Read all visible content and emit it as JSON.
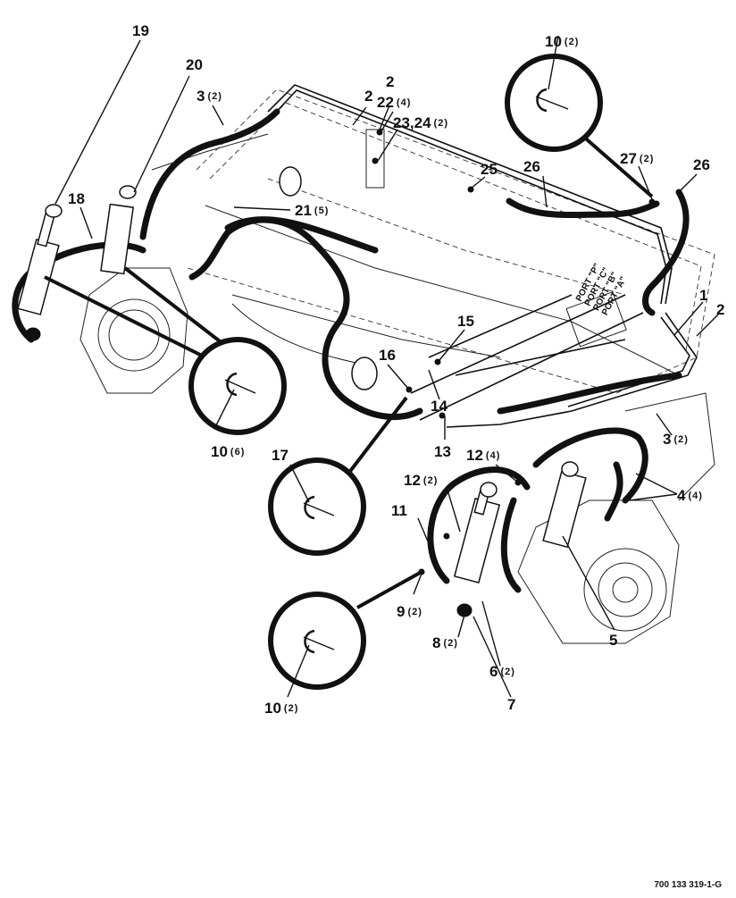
{
  "diagram": {
    "callout_labels": [
      {
        "id": "19",
        "num": "19",
        "qty": ""
      },
      {
        "id": "20",
        "num": "20",
        "qty": ""
      },
      {
        "id": "3a",
        "num": "3",
        "qty": "(2)"
      },
      {
        "id": "18",
        "num": "18",
        "qty": ""
      },
      {
        "id": "2a",
        "num": "2",
        "qty": ""
      },
      {
        "id": "2b",
        "num": "2",
        "qty": ""
      },
      {
        "id": "22",
        "num": "22",
        "qty": "(4)"
      },
      {
        "id": "23",
        "num": "23,24",
        "qty": "(2)"
      },
      {
        "id": "10a",
        "num": "10",
        "qty": "(2)"
      },
      {
        "id": "27",
        "num": "27",
        "qty": "(2)"
      },
      {
        "id": "26a",
        "num": "26",
        "qty": ""
      },
      {
        "id": "26b",
        "num": "26",
        "qty": ""
      },
      {
        "id": "25",
        "num": "25",
        "qty": ""
      },
      {
        "id": "21",
        "num": "21",
        "qty": "(5)"
      },
      {
        "id": "1",
        "num": "1",
        "qty": ""
      },
      {
        "id": "2c",
        "num": "2",
        "qty": ""
      },
      {
        "id": "15",
        "num": "15",
        "qty": ""
      },
      {
        "id": "16",
        "num": "16",
        "qty": ""
      },
      {
        "id": "14",
        "num": "14",
        "qty": ""
      },
      {
        "id": "10b",
        "num": "10",
        "qty": "(6)"
      },
      {
        "id": "13",
        "num": "13",
        "qty": ""
      },
      {
        "id": "3b",
        "num": "3",
        "qty": "(2)"
      },
      {
        "id": "17",
        "num": "17",
        "qty": ""
      },
      {
        "id": "12a",
        "num": "12",
        "qty": "(4)"
      },
      {
        "id": "12b",
        "num": "12",
        "qty": "(2)"
      },
      {
        "id": "4",
        "num": "4",
        "qty": "(4)"
      },
      {
        "id": "11",
        "num": "11",
        "qty": ""
      },
      {
        "id": "9",
        "num": "9",
        "qty": "(2)"
      },
      {
        "id": "5",
        "num": "5",
        "qty": ""
      },
      {
        "id": "8",
        "num": "8",
        "qty": "(2)"
      },
      {
        "id": "6",
        "num": "6",
        "qty": "(2)"
      },
      {
        "id": "7",
        "num": "7",
        "qty": ""
      },
      {
        "id": "10c",
        "num": "10",
        "qty": "(2)"
      }
    ],
    "port_labels": [
      "PORT \"P\"",
      "PORT \"C\"",
      "PORT \"B\"",
      "PORT \"A\""
    ],
    "drawing_number": "700 133 319-1-G"
  }
}
